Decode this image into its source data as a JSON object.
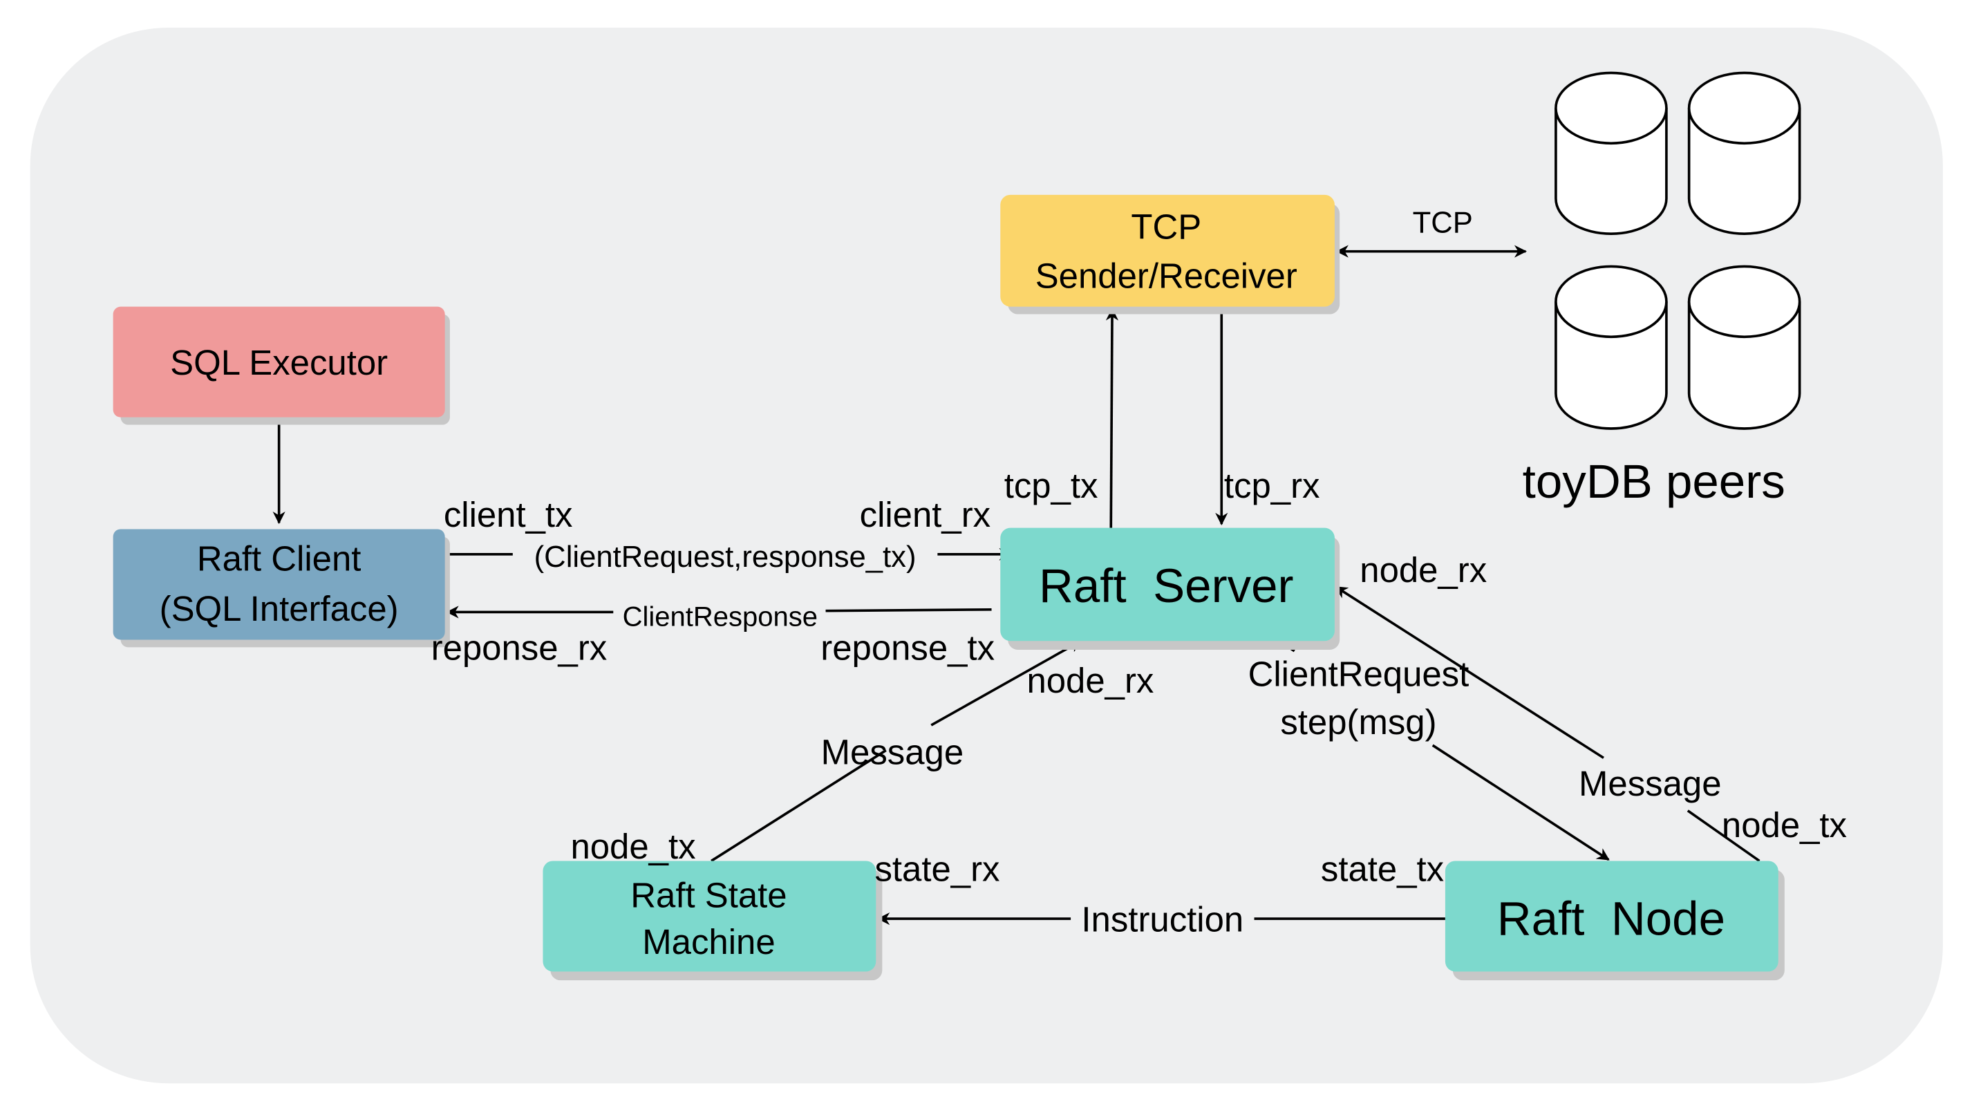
{
  "colors": {
    "background_panel": "#eeeff0",
    "sql_executor": "#f09a9a",
    "raft_client": "#7ba7c2",
    "tcp_box": "#fbd56a",
    "raft_teal": "#7dd9cd",
    "shadow": "#c7c7c7",
    "stroke": "#000000"
  },
  "boxes": {
    "sql_executor": {
      "lines": [
        "SQL Executor"
      ]
    },
    "raft_client": {
      "lines": [
        "Raft Client",
        "(SQL Interface)"
      ]
    },
    "tcp": {
      "lines": [
        "TCP",
        "Sender/Receiver"
      ]
    },
    "raft_server": {
      "lines": [
        "Raft  Server"
      ]
    },
    "raft_state_machine": {
      "lines": [
        "Raft State",
        "Machine"
      ]
    },
    "raft_node": {
      "lines": [
        "Raft  Node"
      ]
    }
  },
  "peers": {
    "label": "toyDB peers",
    "count": 4,
    "icon": "database-cylinder-icon"
  },
  "labels": {
    "tcp_link": "TCP",
    "client_tx": "client_tx",
    "client_request": "(ClientRequest,response_tx)",
    "client_rx": "client_rx",
    "client_response": "ClientResponse",
    "reponse_rx": "reponse_rx",
    "reponse_tx": "reponse_tx",
    "tcp_tx": "tcp_tx",
    "tcp_rx": "tcp_rx",
    "server_node_rx_right": "node_rx",
    "server_node_rx_bottom": "node_rx",
    "message_left": "Message",
    "state_node_tx": "node_tx",
    "state_rx": "state_rx",
    "state_tx": "state_tx",
    "instruction": "Instruction",
    "client_request_step_1": "ClientRequest",
    "client_request_step_2": "step(msg)",
    "message_right": "Message",
    "raft_node_tx": "node_tx"
  }
}
